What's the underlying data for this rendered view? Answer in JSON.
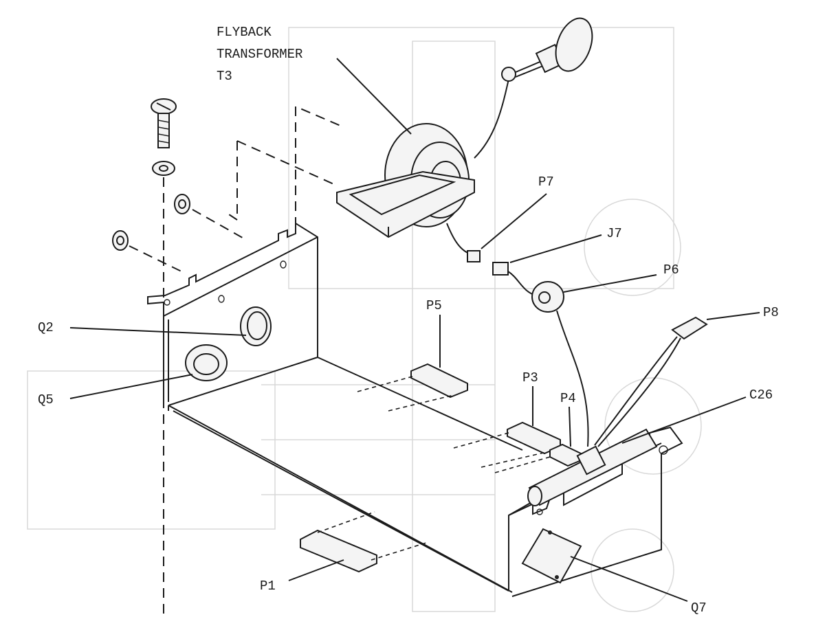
{
  "diagram": {
    "type": "exploded-assembly-view",
    "labels": {
      "flyback_line1": "FLYBACK",
      "flyback_line2": "TRANSFORMER",
      "flyback_line3": "T3",
      "p7": "P7",
      "j7": "J7",
      "p6": "P6",
      "p8": "P8",
      "p5": "P5",
      "p3": "P3",
      "p4": "P4",
      "c26": "C26",
      "q2": "Q2",
      "q5": "Q5",
      "p1": "P1",
      "q7": "Q7"
    }
  }
}
